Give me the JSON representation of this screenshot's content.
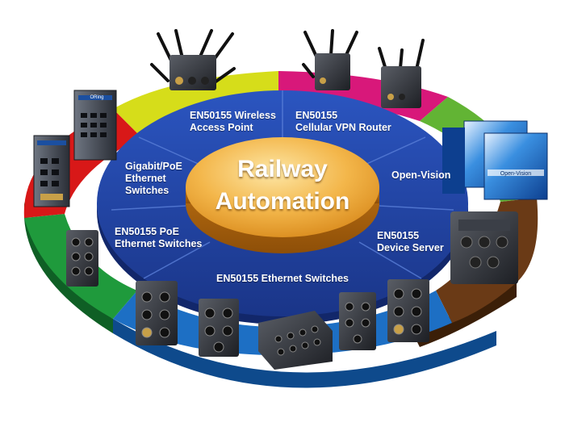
{
  "title": {
    "line1": "Railway",
    "line2": "Automation"
  },
  "segments": [
    {
      "id": "wireless",
      "line1": "EN50155 Wireless",
      "line2": "Access Point",
      "line3": ""
    },
    {
      "id": "vpn",
      "line1": "EN50155",
      "line2": "Cellular VPN Router",
      "line3": ""
    },
    {
      "id": "openvision",
      "line1": "Open-Vision",
      "line2": "",
      "line3": ""
    },
    {
      "id": "device_server",
      "line1": "EN50155",
      "line2": "Device Server",
      "line3": ""
    },
    {
      "id": "ethernet",
      "line1": "EN50155 Ethernet Switches",
      "line2": "",
      "line3": ""
    },
    {
      "id": "poe",
      "line1": "EN50155 PoE",
      "line2": "Ethernet Switches",
      "line3": ""
    },
    {
      "id": "gigabit",
      "line1": "Gigabit/PoE",
      "line2": "Ethernet",
      "line3": "Switches"
    }
  ],
  "product_texts": {
    "brand": "ORing",
    "software_box": "Open-Vision"
  },
  "colors": {
    "inner_ring": "#1f3f9c",
    "hub": "#f3b64a",
    "outer_yellow": "#d6dd1a",
    "outer_magenta": "#d8187a",
    "outer_green_right": "#62b434",
    "outer_brown": "#6a3a16",
    "outer_blue": "#1d6fc4",
    "outer_green_left": "#1f9a3c",
    "outer_red": "#d81818"
  }
}
